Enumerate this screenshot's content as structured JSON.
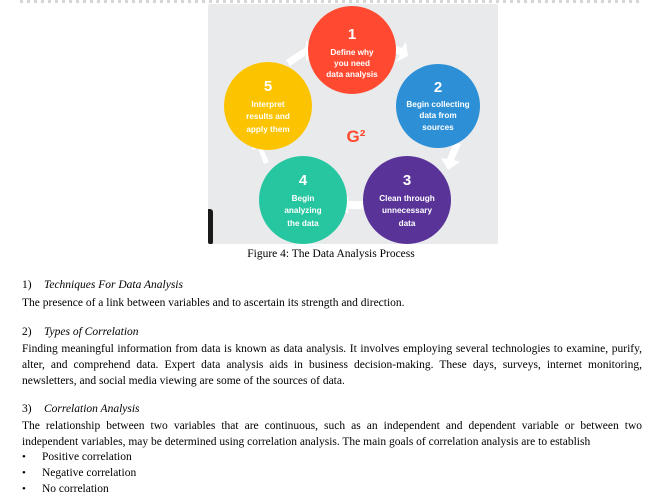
{
  "figure": {
    "steps": [
      {
        "num": "1",
        "lines": [
          "Define why",
          "you need",
          "data analysis"
        ],
        "color": "#ff4a31"
      },
      {
        "num": "2",
        "lines": [
          "Begin collecting",
          "data from",
          "sources"
        ],
        "color": "#2d90d7"
      },
      {
        "num": "3",
        "lines": [
          "Clean through",
          "unnecessary",
          "data"
        ],
        "color": "#5a3399"
      },
      {
        "num": "4",
        "lines": [
          "Begin",
          "analyzing",
          "the data"
        ],
        "color": "#26c6a0"
      },
      {
        "num": "5",
        "lines": [
          "Interpret",
          "results and",
          "apply them"
        ],
        "color": "#fcc400"
      }
    ],
    "logo": "G²",
    "caption": "Figure 4: The Data Analysis Process"
  },
  "sections": [
    {
      "num": "1)",
      "title": "Techniques For Data Analysis",
      "text": "The presence of a link between variables and to ascertain its strength and direction."
    },
    {
      "num": "2)",
      "title": "Types of Correlation",
      "text": "Finding meaningful information from data is known as data analysis. It involves employing several technologies to examine, purify, alter, and comprehend data. Expert data analysis aids in business decision-making. These days, surveys, internet monitoring, newsletters, and social media viewing are some of the sources of data."
    },
    {
      "num": "3)",
      "title": "Correlation Analysis",
      "text": "The relationship between two variables that are continuous, such as an independent and dependent variable or between two independent variables, may be determined using correlation analysis. The main goals of correlation analysis are to establish"
    }
  ],
  "bullets": [
    "Positive correlation",
    "Negative correlation",
    "No correlation"
  ]
}
